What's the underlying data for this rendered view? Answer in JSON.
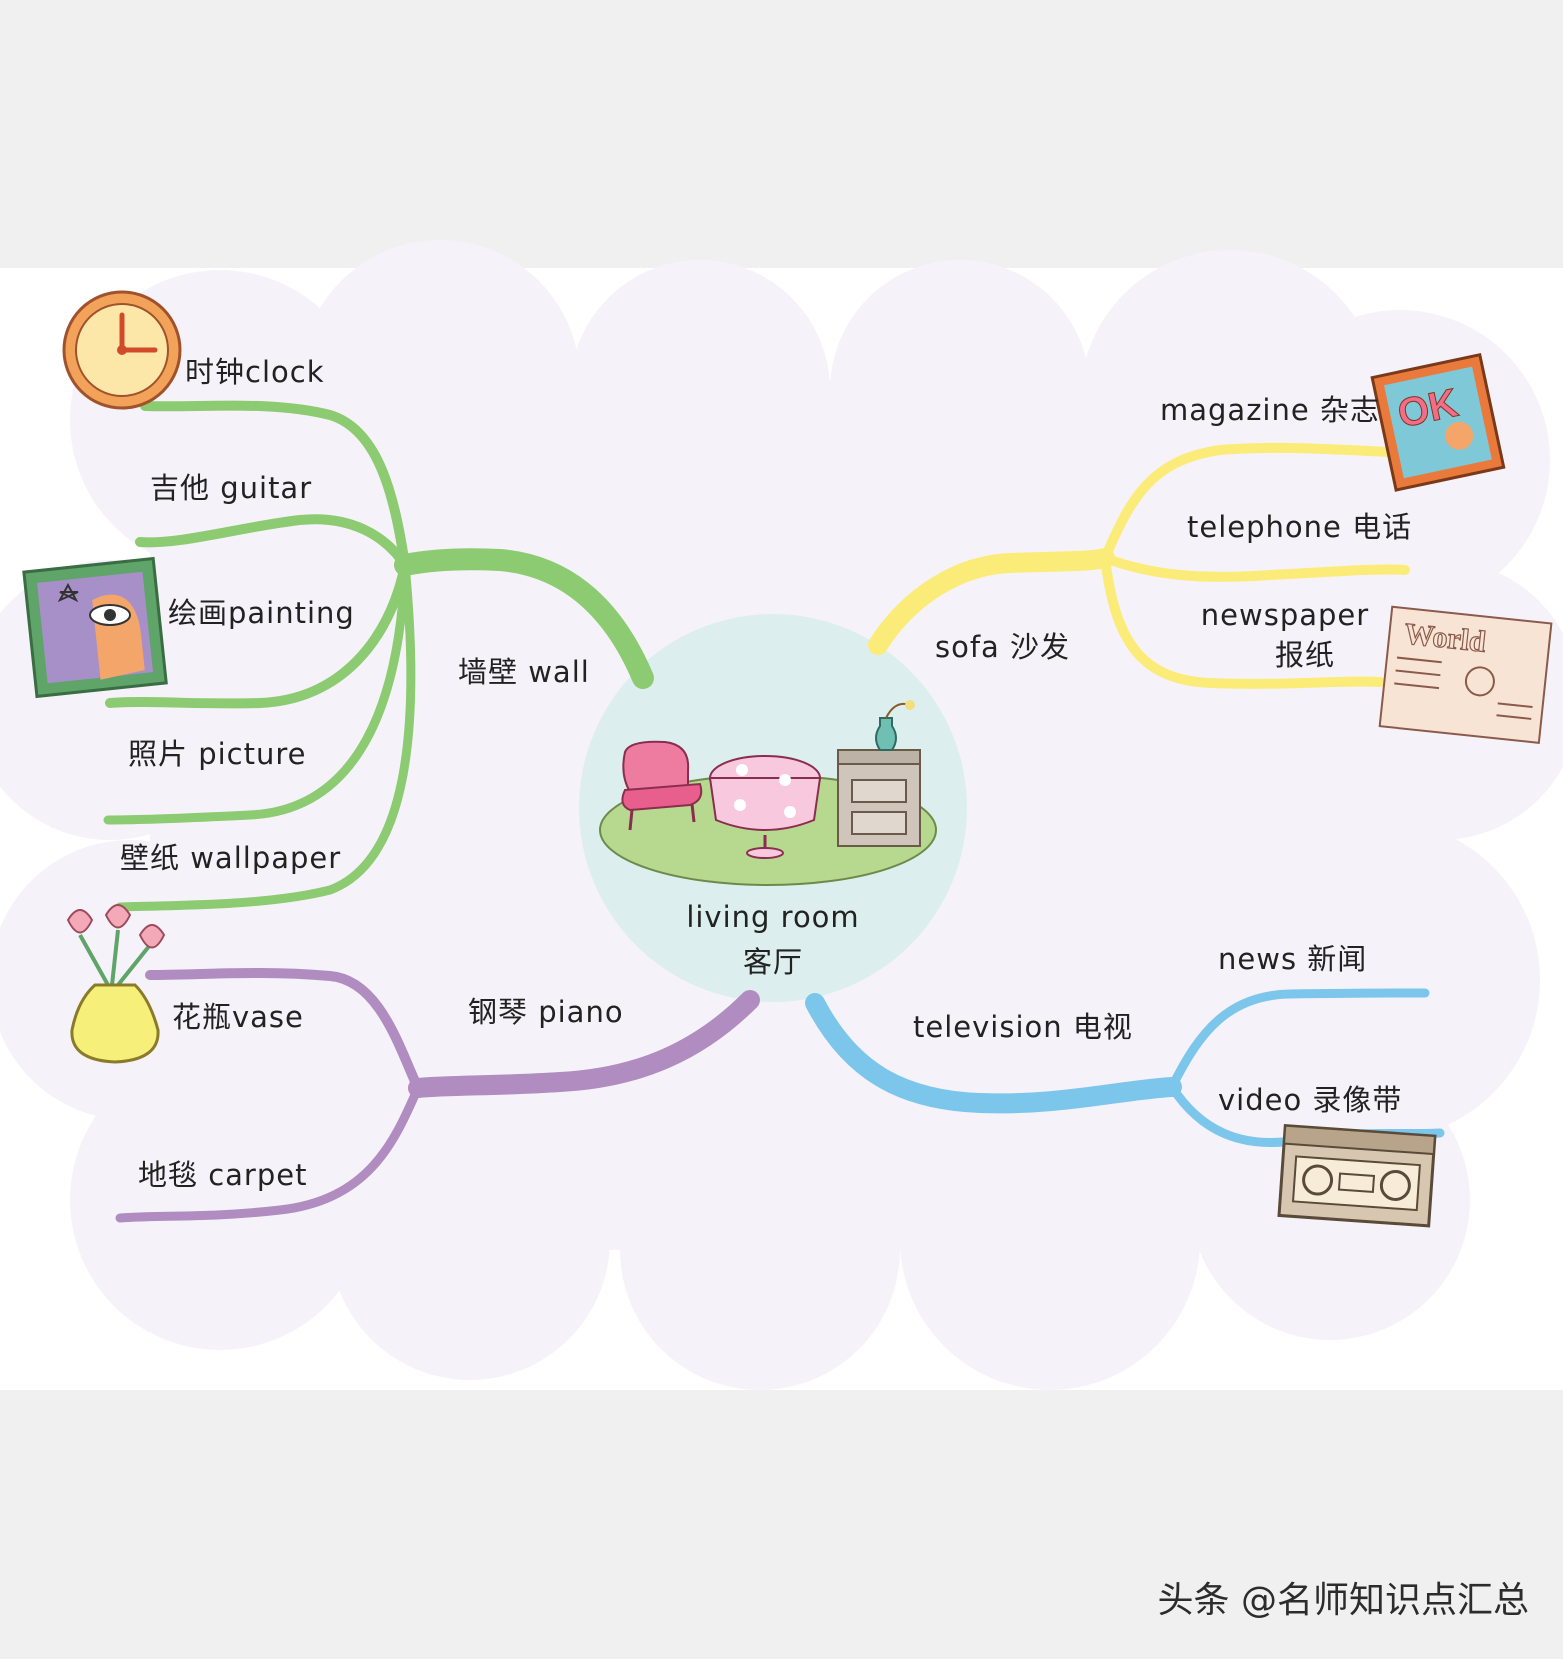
{
  "center": {
    "line1": "living room",
    "line2": "客厅"
  },
  "branches": {
    "wall": {
      "label": "墙壁 wall",
      "color": "#8ccb72",
      "items": [
        "时钟clock",
        "吉他 guitar",
        "绘画painting",
        "照片 picture",
        "壁纸 wallpaper"
      ]
    },
    "sofa": {
      "label": "sofa 沙发",
      "color": "#fbec7a",
      "items": [
        "magazine 杂志",
        "telephone 电话",
        "newspaper",
        "报纸"
      ]
    },
    "piano": {
      "label": "钢琴 piano",
      "color": "#b08cc0",
      "items": [
        "花瓶vase",
        "地毯 carpet"
      ]
    },
    "television": {
      "label": "television 电视",
      "color": "#7cc6ec",
      "items": [
        "news 新闻",
        "video 录像带"
      ]
    }
  },
  "illustrations": {
    "magazine_cover_text": "OK",
    "newspaper_title": "World"
  },
  "watermark": "头条 @名师知识点汇总",
  "colors": {
    "background": "#f0f0f0",
    "cloud": "#f5f3f9",
    "center_circle": "#dcefee"
  }
}
